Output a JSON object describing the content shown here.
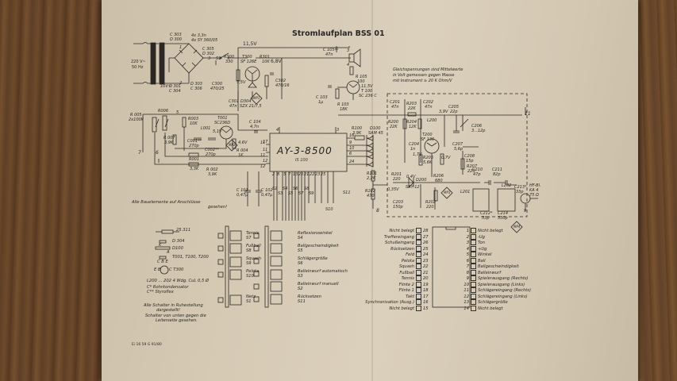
{
  "document": {
    "title": "Stromlaufplan BSS 01",
    "footer_code": "Ei 16 59 G 91/80",
    "note_voltages": [
      "Gleichspannungen sind Mittelwerte",
      "in Volt gemessen gegen Masse",
      "mit Instrument ≥ 20 K Ohm/V"
    ]
  },
  "power_supply": {
    "mains": [
      "220 V~",
      "50 Hz"
    ],
    "secondary": "10V~",
    "rectifier_top": [
      "C 303",
      "D 300"
    ],
    "rectifier_spec": [
      "4x 3,3n",
      "4x SY 360/05"
    ],
    "rectifier_right": [
      "C 305",
      "D 302"
    ],
    "rectifier_bottom": [
      "D 301",
      "C 304"
    ],
    "rectifier_bottom_right": [
      "D 303",
      "C 306"
    ],
    "node_labels": [
      "1",
      "2",
      "3",
      "S1"
    ],
    "rail": "11,5V",
    "r300": [
      "R300",
      "330"
    ],
    "t300": [
      "T300",
      "SF 126E"
    ],
    "r301": [
      "R301",
      "10K"
    ],
    "v_out": "6,8V",
    "v_zener": "7,5V",
    "c300": [
      "C300",
      "470/25"
    ],
    "c301": [
      "C301",
      "47n"
    ],
    "d304": [
      "D304",
      "SZX 21/7,5"
    ],
    "c302": [
      "C302",
      "470/16"
    ]
  },
  "audio": {
    "c105": [
      "C 105",
      "47n"
    ],
    "r105": [
      "R 105",
      "100"
    ],
    "v": "11,5V",
    "t100": [
      "T 100",
      "SC 236 C"
    ],
    "c103": [
      "C 103",
      "1μ"
    ],
    "r103": [
      "R 103",
      "18K"
    ],
    "pins": [
      "3",
      "4"
    ]
  },
  "oscillator": {
    "r005": [
      "R 005",
      "2x100K"
    ],
    "r006": "R006",
    "r003": [
      "R003",
      "10K"
    ],
    "r007": [
      "R 007",
      "3,9K"
    ],
    "l001": "L001",
    "c001": [
      "C001**",
      "270p"
    ],
    "c002": [
      "C002**",
      "270p"
    ],
    "t001": [
      "T001",
      "SC236D"
    ],
    "v_t001": "5,1V",
    "r004": [
      "R 004",
      "1K"
    ],
    "v_46": "4,6V",
    "c104": [
      "C 104",
      "4,7n"
    ],
    "r001": [
      "R001",
      "3,3K"
    ],
    "r002": [
      "R 002",
      "3,9K"
    ],
    "nodes": [
      "7",
      "6",
      "5",
      "11",
      "12",
      "11"
    ]
  },
  "ic": {
    "name": "AY-3-8500",
    "ref": "IS 100",
    "top_pins": [
      "4",
      "3"
    ],
    "left_pins": [
      "17",
      "11",
      "12"
    ],
    "right_pins": [
      "16",
      "9",
      "10",
      "6",
      "24"
    ],
    "bottom_pins": [
      "2",
      "8",
      "5",
      "7",
      "13",
      "20",
      "21",
      "22",
      "23",
      "25"
    ],
    "c101": [
      "C 101",
      "0,47μ"
    ],
    "c102": [
      "C 102",
      "0,47μ"
    ],
    "switch_refs": [
      "S2",
      "S3",
      "S4",
      "S5",
      "S6",
      "S7",
      "S8",
      "S9",
      "S10",
      "S11"
    ]
  },
  "video": {
    "r100": [
      "R100",
      "3,9K"
    ],
    "d100": [
      "D100",
      "SAM 45"
    ],
    "r101": [
      "R101",
      "2,2K"
    ],
    "r102": [
      "R102",
      "470"
    ],
    "node8": "8",
    "c201": [
      "C201",
      "47n"
    ],
    "r203": [
      "R203",
      "22K"
    ],
    "c202": [
      "C202",
      "47n"
    ],
    "r200": [
      "R200",
      "22K"
    ],
    "r204": [
      "R204",
      "12K"
    ],
    "v39": "3,9V",
    "l200": "L200",
    "c205": [
      "C205",
      "22p"
    ],
    "c206": [
      "C206",
      "3...12p"
    ],
    "t200": [
      "T200",
      "SF 136"
    ],
    "c204": [
      "C204",
      "1n"
    ],
    "v17": "1,7V",
    "r205": [
      "R205",
      "5,6K"
    ],
    "v07": "0,7V",
    "c207": [
      "C207",
      "5,6p"
    ],
    "c208": [
      "C208",
      "15p"
    ],
    "r207": [
      "R207",
      "220"
    ],
    "r201": [
      "R201",
      "220"
    ],
    "v04": "0,4V",
    "d200": [
      "D200",
      "SAY 12"
    ],
    "r206": [
      "R206",
      "680"
    ],
    "v035": "0,35V",
    "c203": [
      "C203",
      "150p"
    ],
    "r202": [
      "R202",
      "220"
    ],
    "c210": [
      "C210",
      "47p"
    ],
    "c211": [
      "C211",
      "82p"
    ],
    "l201": "L201",
    "l202": "L202",
    "c212": [
      "C212*",
      "33p"
    ],
    "c214": [
      "C214",
      "330p"
    ],
    "c213": [
      "C213*",
      "33p"
    ],
    "hfout": [
      "HF-Bl.",
      "KA 4",
      "75 Ω"
    ],
    "node11": "11",
    "node9": "9",
    "meas": [
      "MP1",
      "MP2",
      "MP3",
      "MP4"
    ]
  },
  "legend": {
    "heading": [
      "Alle Bauelemente auf Anschlüsse",
      "gesehen!"
    ],
    "items": [
      {
        "symbol": "resistor",
        "label": "25.311"
      },
      {
        "symbol": "diode-small",
        "label": "D 304",
        "pin": "K"
      },
      {
        "symbol": "diode-glass",
        "label": "D100",
        "pin": "A"
      },
      {
        "symbol": "transistor-flat",
        "label": "T001, T100, T200",
        "pin": "C B E"
      },
      {
        "symbol": "transistor-round",
        "label": "C T300",
        "pin": "E B"
      },
      {
        "symbol": "coil",
        "label": "L200 ... 202   4 Wdg. CuL 0,5 Ø"
      },
      {
        "symbol": "text",
        "label": "C*  Rohrkondensator"
      },
      {
        "symbol": "text",
        "label": "C**  Styroflex"
      }
    ],
    "switch_note": [
      "Alle Schalter in Ruhestellung",
      "dargestellt!"
    ],
    "view_note": [
      "Schalter von unten gegen die",
      "Leiterseite gesehen."
    ]
  },
  "switches_left": [
    {
      "name": "Tennis",
      "ref": "S7"
    },
    {
      "name": "Fußball",
      "ref": "S8"
    },
    {
      "name": "Squash",
      "ref": "S9"
    },
    {
      "name": "Pelota",
      "ref": "S10"
    },
    {
      "name": "Netz",
      "ref": "S1"
    }
  ],
  "switches_right": [
    {
      "name": "Reflexionswinkel",
      "ref": "S4"
    },
    {
      "name": "Ballgeschwindigkeit",
      "ref": "S5"
    },
    {
      "name": "Schlägergröße",
      "ref": "S6"
    },
    {
      "name": "Balleinwurf automatisch",
      "ref": "S3"
    },
    {
      "name": "Balleinwurf manuell",
      "ref": "S2"
    },
    {
      "name": "Rücksetzen",
      "ref": "S11"
    }
  ],
  "pinout": {
    "left": [
      {
        "label": "Nicht belegt",
        "pin": "28"
      },
      {
        "label": "Treffereingang",
        "pin": "27"
      },
      {
        "label": "Schußeingang",
        "pin": "26"
      },
      {
        "label": "Rücksetzen",
        "pin": "25"
      },
      {
        "label": "Feld",
        "pin": "24"
      },
      {
        "label": "Pelota",
        "pin": "23"
      },
      {
        "label": "Squash",
        "pin": "22"
      },
      {
        "label": "Fußball",
        "pin": "21"
      },
      {
        "label": "Tennis",
        "pin": "20"
      },
      {
        "label": "Flinte 2",
        "pin": "19"
      },
      {
        "label": "Flinte 1",
        "pin": "18"
      },
      {
        "label": "Takt",
        "pin": "17"
      },
      {
        "label": "Synchronisation (Ausg.)",
        "pin": "16"
      },
      {
        "label": "Nicht belegt",
        "pin": "15"
      }
    ],
    "right": [
      {
        "pin": "1",
        "label": "Nicht belegt"
      },
      {
        "pin": "2",
        "label": "-Ug"
      },
      {
        "pin": "3",
        "label": "Ton"
      },
      {
        "pin": "4",
        "label": "+Ug"
      },
      {
        "pin": "5",
        "label": "Winkel"
      },
      {
        "pin": "6",
        "label": "Ball"
      },
      {
        "pin": "7",
        "label": "Ballgeschwindigkeit"
      },
      {
        "pin": "8",
        "label": "Balleinwurf"
      },
      {
        "pin": "9",
        "label": "Spielerausgang (Rechts)"
      },
      {
        "pin": "10",
        "label": "Spielerausgang (Links)"
      },
      {
        "pin": "11",
        "label": "Schlägereingang (Rechts)"
      },
      {
        "pin": "12",
        "label": "Schlägereingang (Links)"
      },
      {
        "pin": "13",
        "label": "Schlägergröße"
      },
      {
        "pin": "14",
        "label": "Nicht belegt"
      }
    ]
  }
}
